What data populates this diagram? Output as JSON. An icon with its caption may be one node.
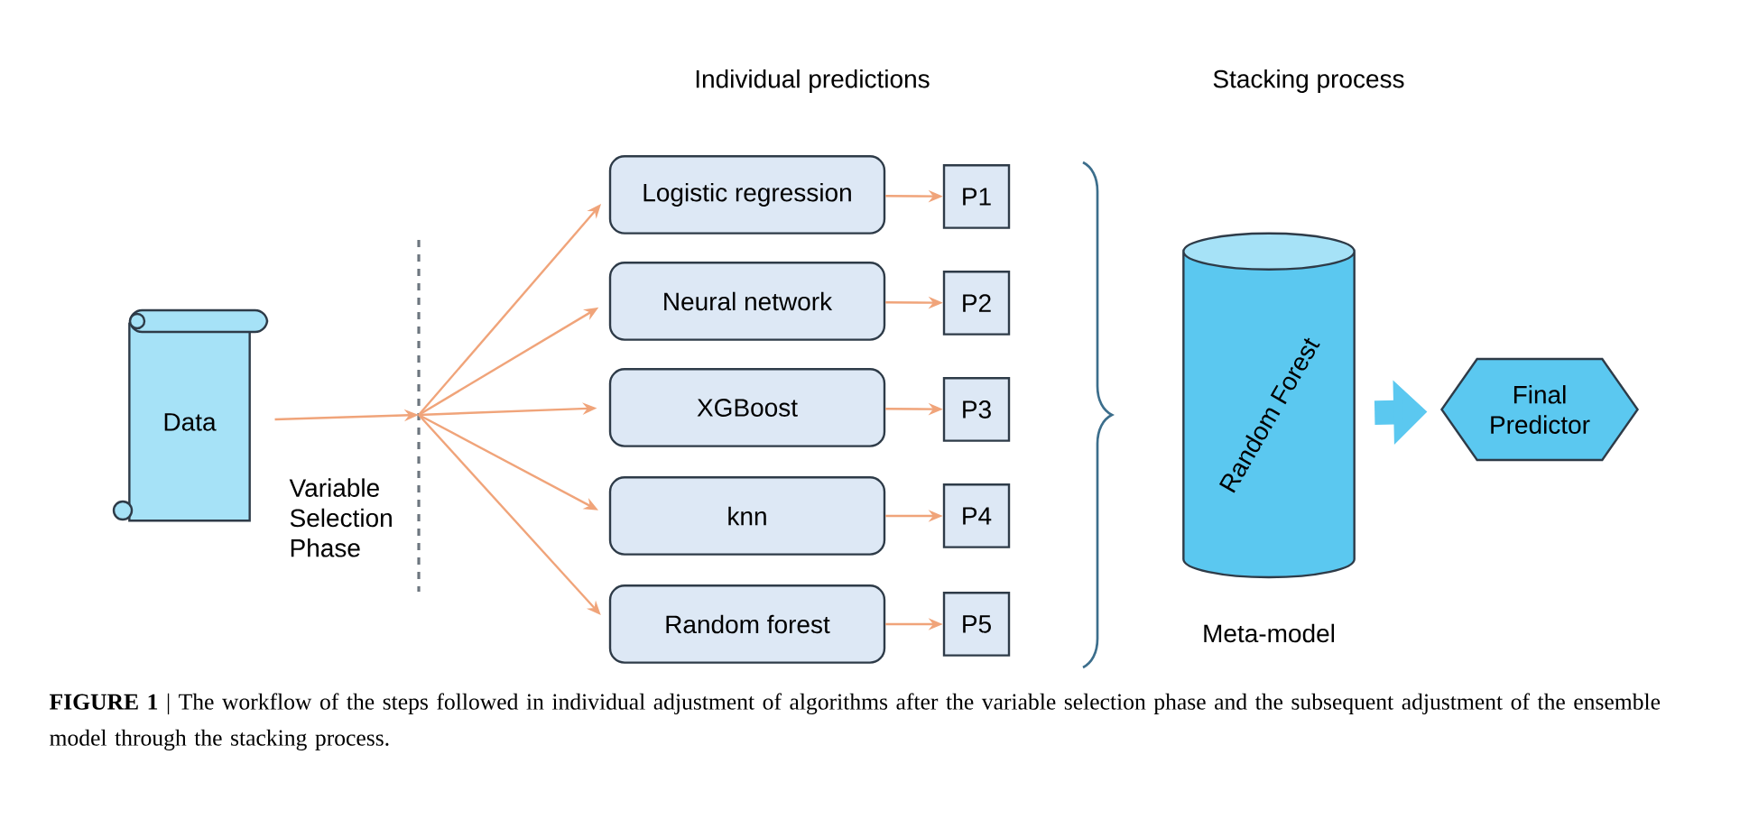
{
  "diagram": {
    "caption": "**FIGURE 1** | The workflow of the steps followed in individual adjustment of algorithms after the variable selection phase and the subsequent adjustment of the ensemble model through the stacking process.",
    "nodes": [
      {
        "text": [
          "Data"
        ]
      },
      {
        "text": [],
        "shape": "line"
      },
      {
        "text": [
          "Logistic regression"
        ]
      },
      {
        "text": [
          "Neural network"
        ]
      },
      {
        "text": [
          "XGBoost"
        ]
      },
      {
        "text": [
          "knn"
        ]
      },
      {
        "text": [
          "Random forest"
        ]
      },
      {
        "text": [
          "P1"
        ]
      },
      {
        "text": [
          "P2"
        ]
      },
      {
        "text": [
          "P3"
        ]
      },
      {
        "text": [
          "P4"
        ]
      },
      {
        "text": [
          "P5"
        ]
      },
      {
        "text": [
          "Random Forest"
        ],
        "beside": [
          "Meta-model"
        ]
      },
      {
        "text": [
          "Final Predictor"
        ]
      }
    ],
    "edges": [
      {
        "from": 0,
        "to": 1,
        "arrow": "to"
      },
      {
        "from": 1,
        "to": 2,
        "arrow": "to"
      },
      {
        "from": 1,
        "to": 3,
        "arrow": "to"
      },
      {
        "from": 1,
        "to": 4,
        "arrow": "to"
      },
      {
        "from": 1,
        "to": 5,
        "arrow": "to"
      },
      {
        "from": 1,
        "to": 6,
        "arrow": "to"
      },
      {
        "from": 2,
        "to": 7,
        "arrow": "to"
      },
      {
        "from": 3,
        "to": 8,
        "arrow": "to"
      },
      {
        "from": 4,
        "to": 9,
        "arrow": "to"
      },
      {
        "from": 5,
        "to": 10,
        "arrow": "to"
      },
      {
        "from": 6,
        "to": 11,
        "arrow": "to"
      },
      {
        "from": 12,
        "to": 13,
        "arrow": "to",
        "style": "thick",
        "color": "#5bc8f0"
      }
    ],
    "labels": [
      "Individual predictions",
      "Stacking process",
      "Variable Selection Phase"
    ]
  }
}
